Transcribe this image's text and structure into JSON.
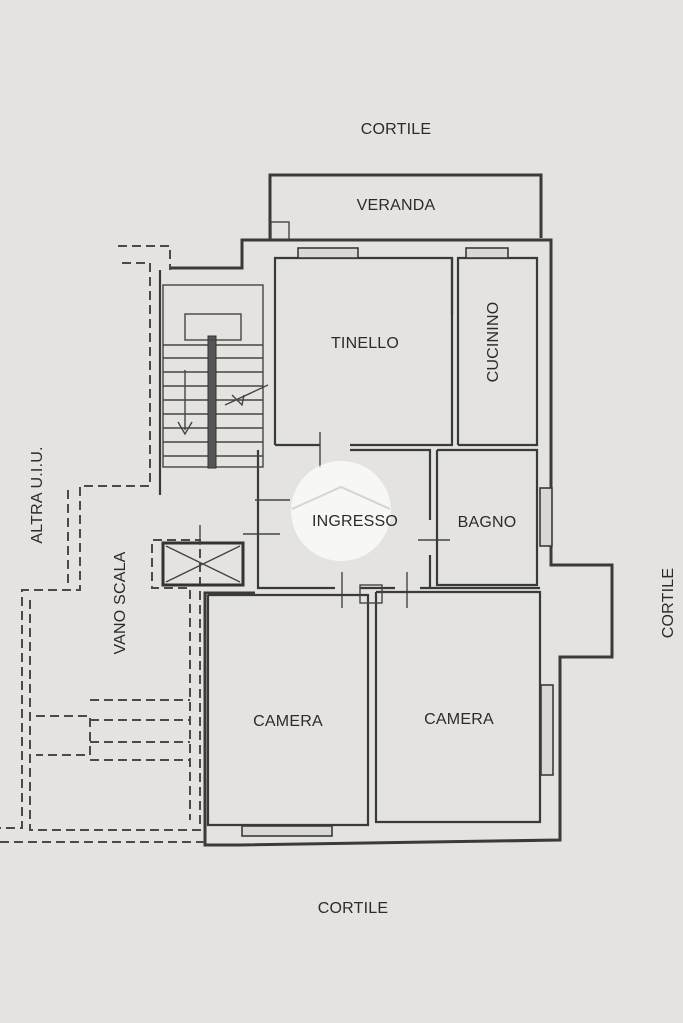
{
  "labels": {
    "cortile_top": "CORTILE",
    "veranda": "VERANDA",
    "tinello": "TINELLO",
    "cucinino": "CUCININO",
    "ingresso": "INGRESSO",
    "bagno": "BAGNO",
    "camera_left": "CAMERA",
    "camera_right": "CAMERA",
    "vano_scala": "VANO SCALA",
    "altra_uiu": "ALTRA U.I.U.",
    "cortile_right": "CORTILE",
    "cortile_bottom": "CORTILE"
  },
  "colors": {
    "paper": "#e4e3df",
    "ink": "#3a3a3a",
    "watermark": "#ffffff"
  }
}
